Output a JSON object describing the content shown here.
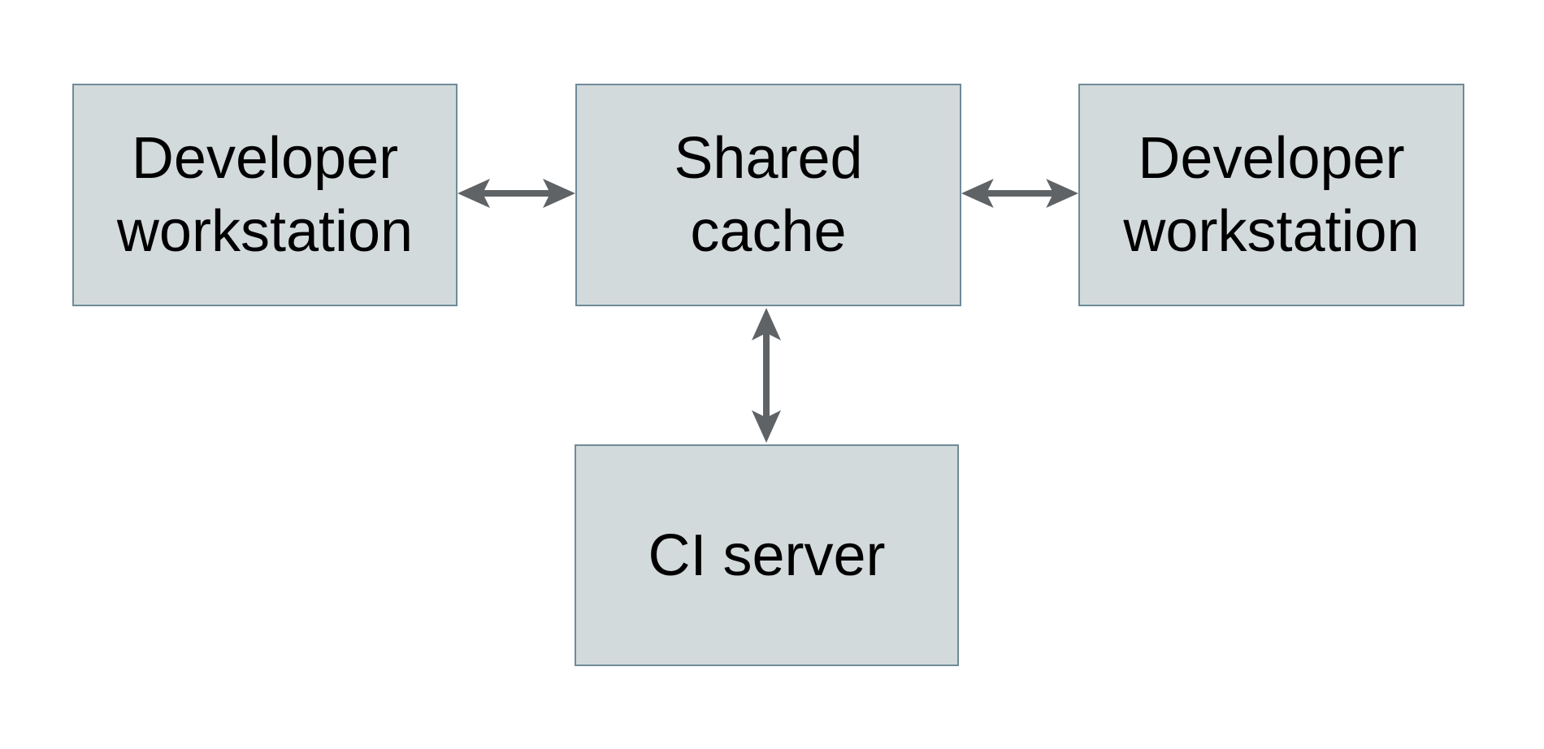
{
  "diagram": {
    "type": "architecture-diagram",
    "nodes": [
      {
        "id": "developer-workstation-left",
        "label": "Developer\nworkstation"
      },
      {
        "id": "shared-cache",
        "label": "Shared\ncache"
      },
      {
        "id": "developer-workstation-right",
        "label": "Developer\nworkstation"
      },
      {
        "id": "ci-server",
        "label": "CI server"
      }
    ],
    "edges": [
      {
        "from": "developer-workstation-left",
        "to": "shared-cache",
        "type": "bidirectional-arrow"
      },
      {
        "from": "shared-cache",
        "to": "developer-workstation-right",
        "type": "bidirectional-arrow"
      },
      {
        "from": "shared-cache",
        "to": "ci-server",
        "type": "bidirectional-arrow"
      }
    ]
  },
  "colors": {
    "background": "#ffffff",
    "node_fill": "#d3dadc",
    "node_border": "#6f8b98",
    "text": "#000000",
    "arrow": "#5f6366"
  }
}
